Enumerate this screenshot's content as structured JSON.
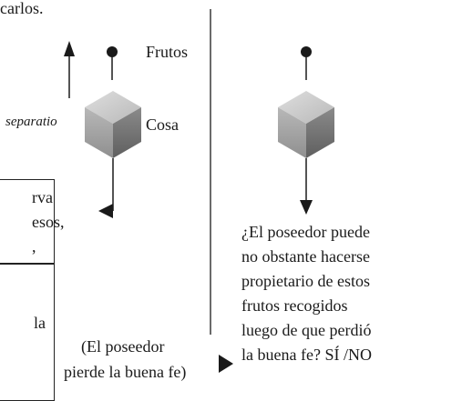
{
  "top_cut_text": "carlos.",
  "left": {
    "label_frutos": "Frutos",
    "label_separatio": "separatio",
    "label_cosa": "Cosa",
    "box1_lines": [
      "rva",
      "esos,",
      ","
    ],
    "box2_lines": [
      "la"
    ],
    "note_line1": "(El poseedor",
    "note_line2": "pierde la buena fe)"
  },
  "right": {
    "question_lines": [
      "¿El poseedor puede",
      "no obstante hacerse",
      "propietario de estos",
      "frutos recogidos",
      "luego de que perdió",
      "la buena fe? SÍ /NO"
    ]
  },
  "colors": {
    "ink": "#1a1a1a",
    "cube_top": "#c9c9c9",
    "cube_left": "#a7a7a7",
    "cube_right": "#7b7b7b"
  }
}
